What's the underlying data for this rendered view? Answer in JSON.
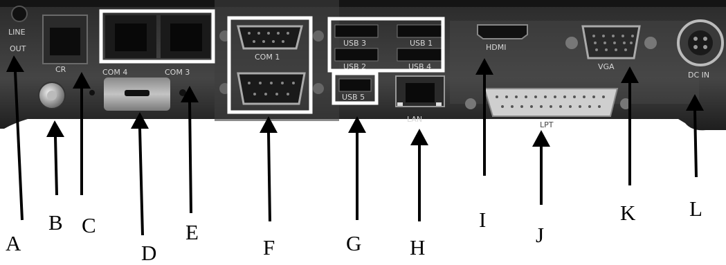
{
  "panel": {
    "printed": {
      "line_out_1": "LINE",
      "line_out_2": "OUT",
      "cr": "CR",
      "com4": "COM  4",
      "com3": "COM  3",
      "com1": "COM  1",
      "usb3": "USB 3",
      "usb1": "USB 1",
      "usb2": "USB 2",
      "usb4": "USB 4",
      "usb5": "USB 5",
      "hdmi": "HDMI",
      "vga": "VGA",
      "lan": "LAN",
      "lpt": "LPT",
      "dc_in": "DC  IN"
    }
  },
  "callouts": {
    "a": "A",
    "b": "B",
    "c": "C",
    "d": "D",
    "e": "E",
    "f": "F",
    "g": "G",
    "h": "H",
    "i": "I",
    "j": "J",
    "k": "K",
    "l": "L"
  },
  "colors": {
    "panel_base": "#3a3a3a",
    "highlight_box": "#ffffff",
    "callout": "#000000"
  }
}
